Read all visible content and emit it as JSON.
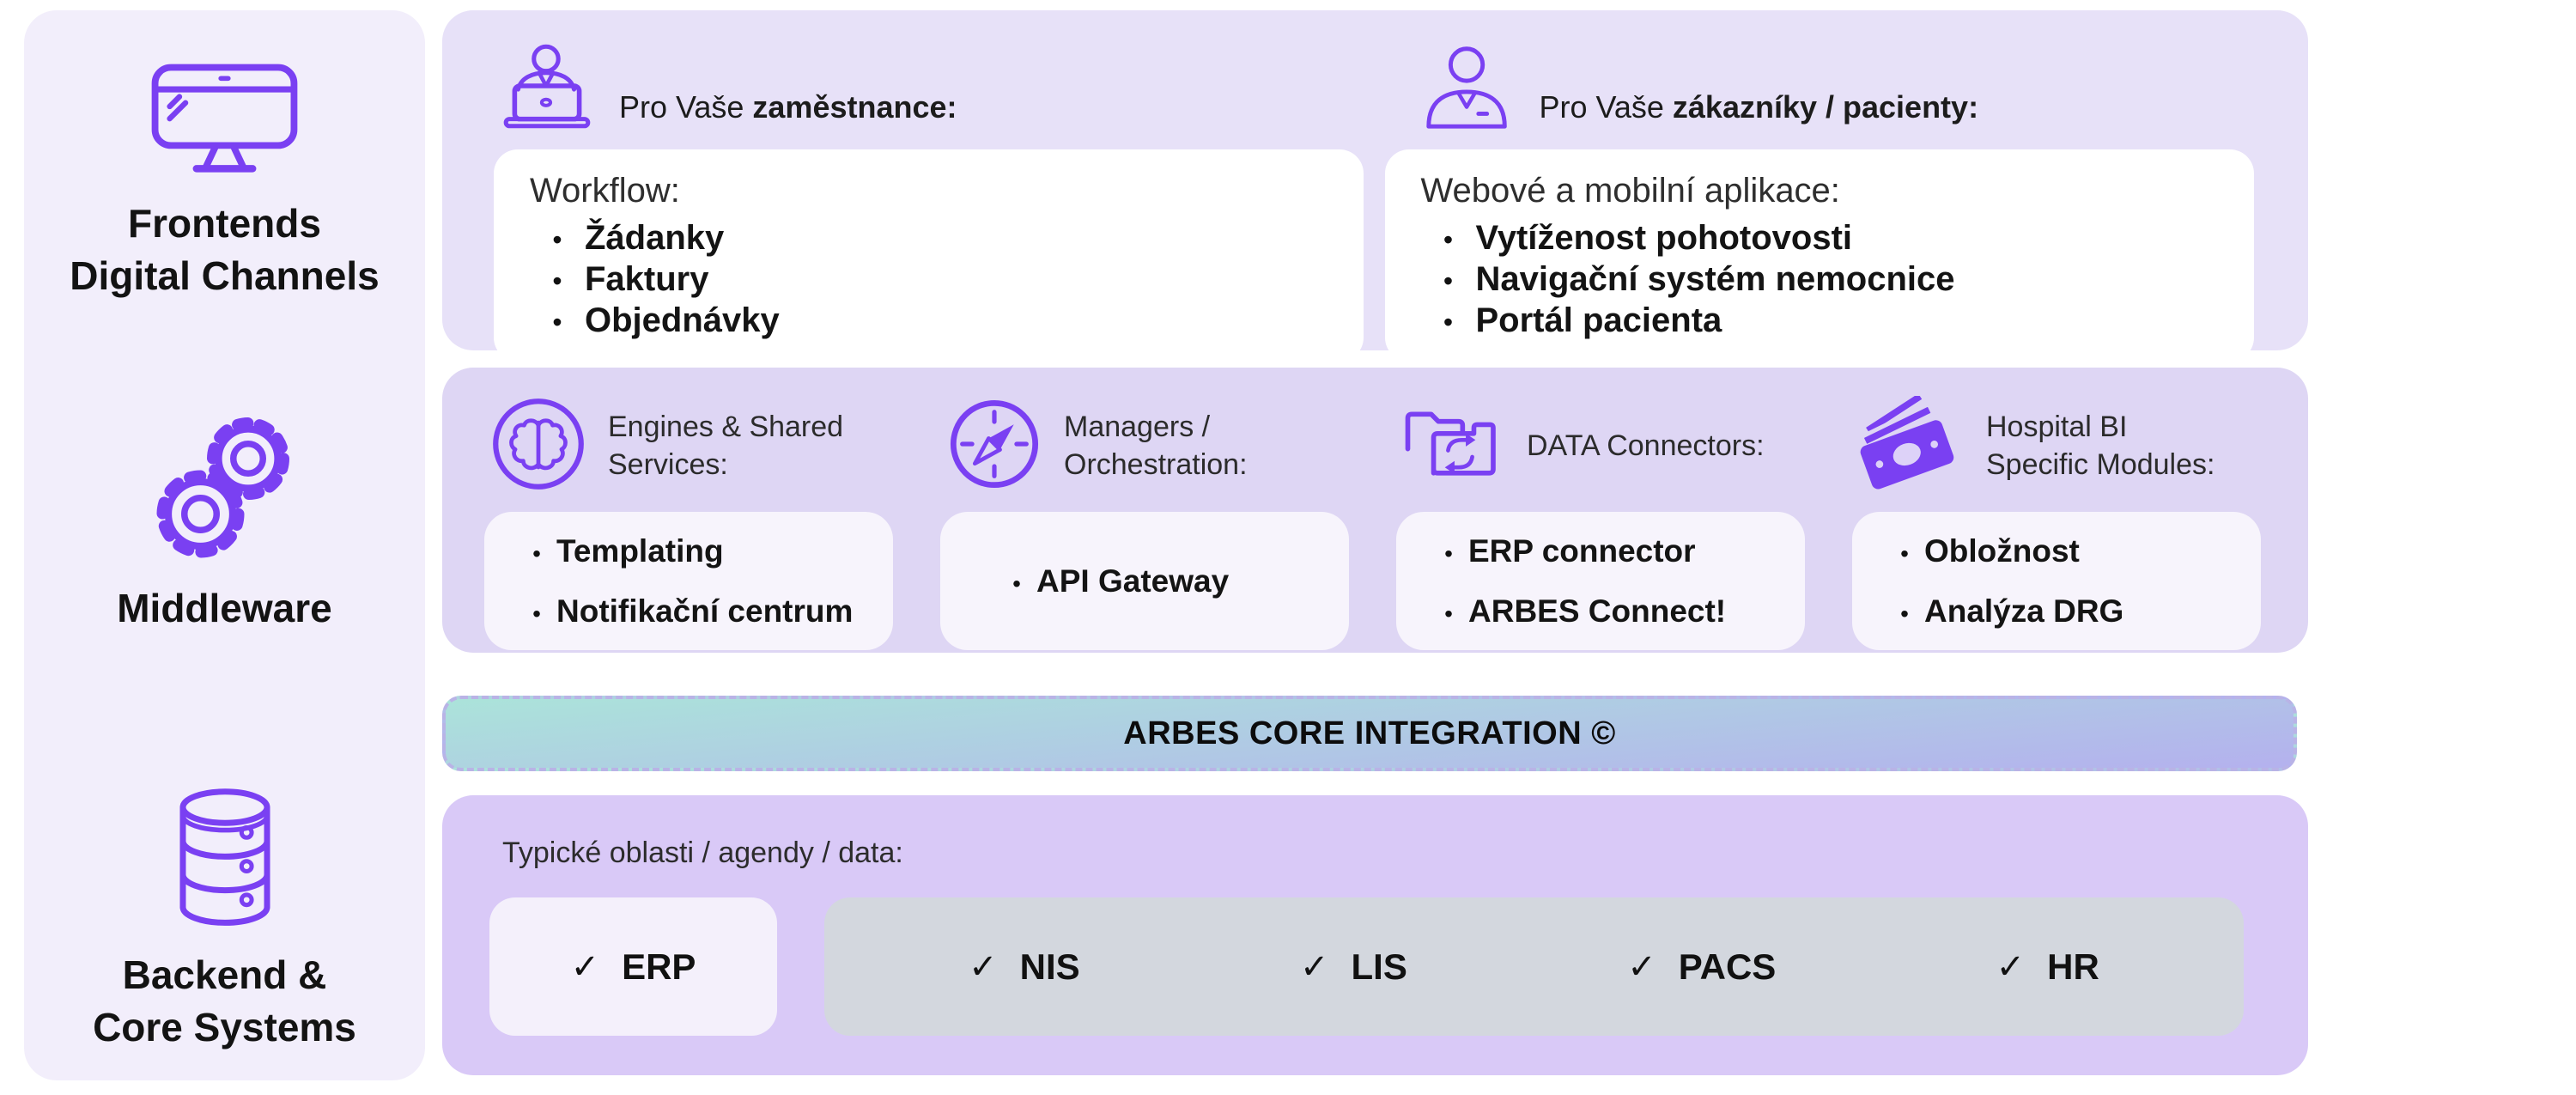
{
  "colors": {
    "accent": "#7a40f2",
    "panel_top": "#e7e1f8",
    "panel_middleware": "#ded6f4",
    "panel_bottom": "#d9c9f7",
    "sidebar": "#f2eefb",
    "gray_box": "#d3d7de",
    "banner_gradient_top": "#abe3da",
    "banner_gradient_bottom": "#b4b1ee"
  },
  "chars": {
    "bullet": "•"
  },
  "sidebar": {
    "items": [
      {
        "icon": "monitor-icon",
        "line1": "Frontends",
        "line2": "Digital Channels"
      },
      {
        "icon": "gears-icon",
        "line1": "Middleware",
        "line2": ""
      },
      {
        "icon": "database-icon",
        "line1": "Backend &",
        "line2": "Core Systems"
      }
    ]
  },
  "frontends": {
    "employees": {
      "icon": "person-laptop-icon",
      "prefix": "Pro Vaše",
      "bold": "zaměstnance:",
      "card_title": "Workflow:",
      "items": [
        "Žádanky",
        "Faktury",
        "Objednávky"
      ]
    },
    "customers": {
      "icon": "person-icon",
      "prefix": "Pro Vaše",
      "bold": "zákazníky / pacienty:",
      "card_title": "Webové a mobilní aplikace:",
      "items": [
        "Vytíženost pohotovosti",
        "Navigační systém nemocnice",
        "Portál pacienta"
      ]
    }
  },
  "middleware": {
    "columns": [
      {
        "icon": "brain-icon",
        "header1": "Engines & Shared",
        "header2": "Services:",
        "items": [
          "Templating",
          "Notifikační centrum"
        ]
      },
      {
        "icon": "compass-icon",
        "header1": "Managers /",
        "header2": "Orchestration:",
        "items": [
          "API Gateway"
        ]
      },
      {
        "icon": "data-sync-icon",
        "header1": "DATA Connectors:",
        "header2": "",
        "items": [
          "ERP connector",
          "ARBES Connect!"
        ]
      },
      {
        "icon": "banknotes-icon",
        "header1": "Hospital BI",
        "header2": "Specific Modules:",
        "items": [
          "Obložnost",
          "Analýza DRG"
        ]
      }
    ]
  },
  "banner": {
    "label": "ARBES CORE INTEGRATION ©"
  },
  "backend": {
    "label": "Typické oblasti / agendy / data:",
    "erp": {
      "check": "✓",
      "label": "ERP"
    },
    "gray_items": [
      {
        "check": "✓",
        "label": "NIS"
      },
      {
        "check": "✓",
        "label": "LIS"
      },
      {
        "check": "✓",
        "label": "PACS"
      },
      {
        "check": "✓",
        "label": "HR"
      }
    ]
  }
}
